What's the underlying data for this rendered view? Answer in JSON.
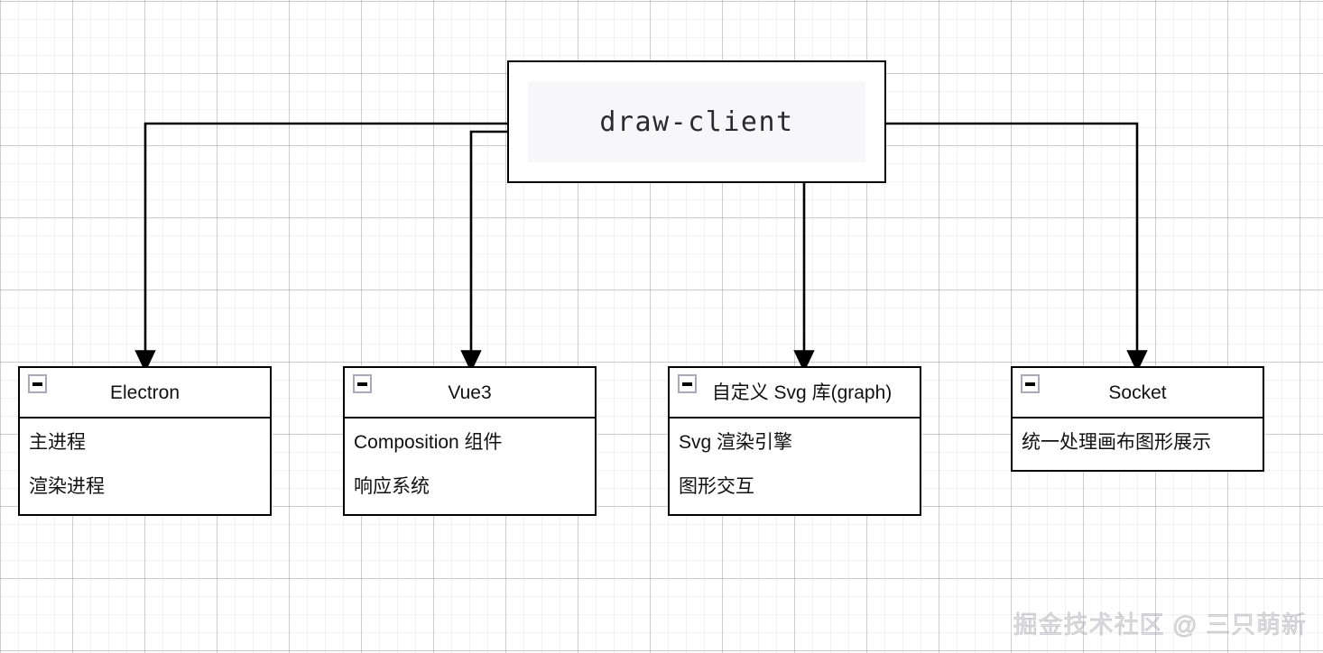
{
  "diagram": {
    "root": {
      "label": "draw-client",
      "icon": "none"
    },
    "nodes": [
      {
        "id": "electron",
        "title": "Electron",
        "collapse_icon": "minus-square-icon",
        "rows": [
          "主进程",
          "渲染进程"
        ]
      },
      {
        "id": "vue3",
        "title": "Vue3",
        "collapse_icon": "minus-square-icon",
        "rows": [
          "Composition 组件",
          "响应系统"
        ]
      },
      {
        "id": "svg",
        "title": "自定义 Svg 库(graph)",
        "collapse_icon": "minus-square-icon",
        "rows": [
          "Svg 渲染引擎",
          "图形交互"
        ]
      },
      {
        "id": "socket",
        "title": "Socket",
        "collapse_icon": "minus-square-icon",
        "rows": [
          "统一处理画布图形展示"
        ]
      }
    ]
  },
  "watermark": {
    "text": "掘金技术社区 @ 三只萌新"
  },
  "colors": {
    "stroke": "#000000",
    "grid_major": "#787882",
    "grid_minor": "#a0a0aa",
    "root_fill": "#f7f7f9",
    "icon_border": "#a9a9bb",
    "text": "#111111",
    "watermark": "#96969f"
  }
}
